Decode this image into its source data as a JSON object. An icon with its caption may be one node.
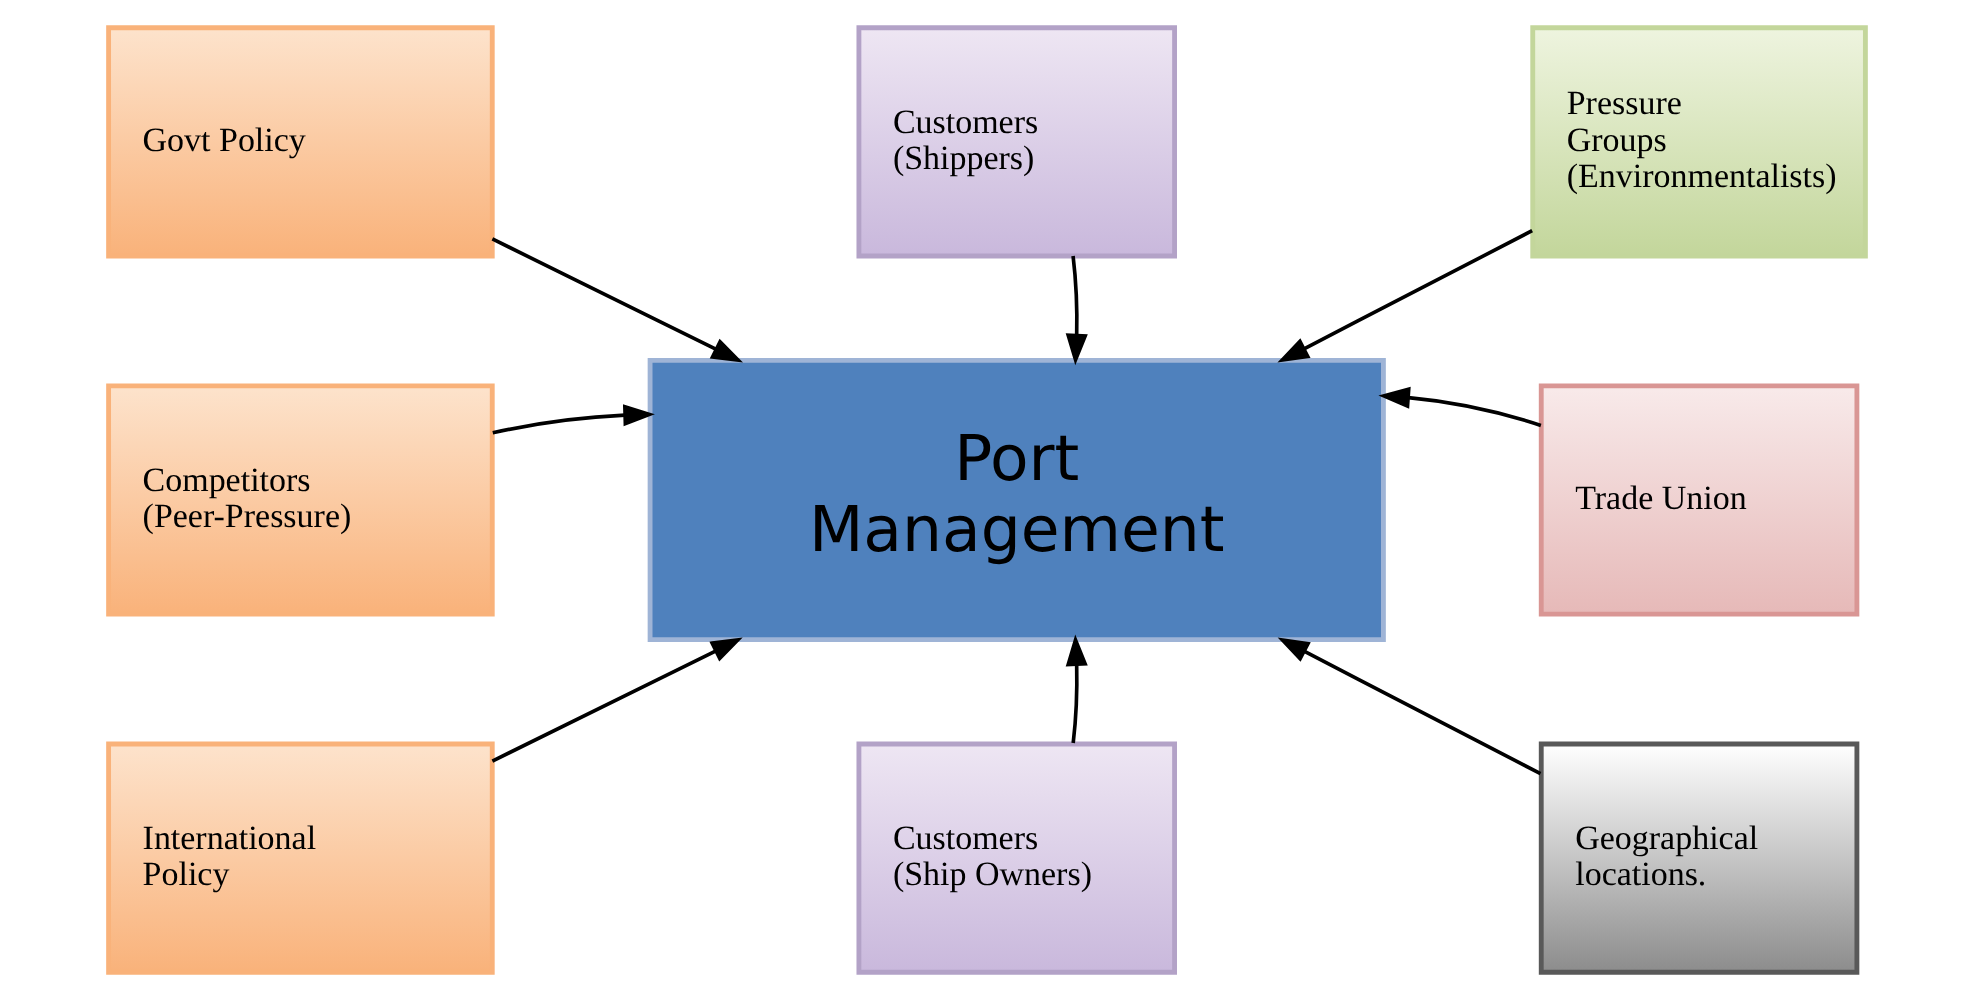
{
  "diagram": {
    "nodes": [
      {
        "text": [
          "Port Management"
        ]
      },
      {
        "text": [
          "Govt Policy"
        ]
      },
      {
        "text": [
          "Customers (Shippers)"
        ]
      },
      {
        "text": [
          "Pressure Groups (Environmentalists)"
        ]
      },
      {
        "text": [
          "Competitors (Peer-Pressure)"
        ]
      },
      {
        "text": [
          "Trade Union"
        ]
      },
      {
        "text": [
          "International Policy"
        ]
      },
      {
        "text": [
          "Customers (Ship Owners)"
        ]
      },
      {
        "text": [
          "Geographical locations."
        ]
      }
    ],
    "edges": [
      {
        "from": 1,
        "to": 0,
        "arrow": "to"
      },
      {
        "from": 2,
        "to": 0,
        "arrow": "to"
      },
      {
        "from": 3,
        "to": 0,
        "arrow": "to"
      },
      {
        "from": 4,
        "to": 0,
        "arrow": "to"
      },
      {
        "from": 5,
        "to": 0,
        "arrow": "to"
      },
      {
        "from": 6,
        "to": 0,
        "arrow": "to"
      },
      {
        "from": 7,
        "to": 0,
        "arrow": "to"
      },
      {
        "from": 8,
        "to": 0,
        "arrow": "to"
      }
    ]
  }
}
